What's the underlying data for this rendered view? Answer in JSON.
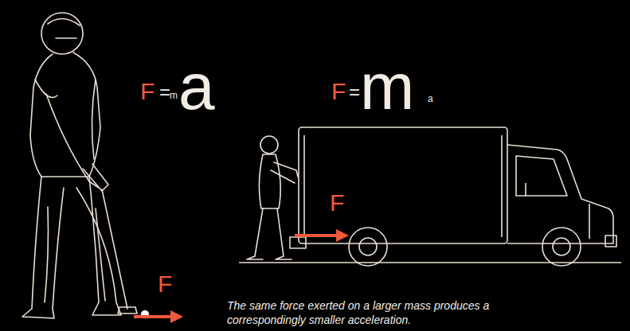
{
  "diagram": {
    "caption": "The same force exerted on a larger mass produces a correspondingly smaller acceleration.",
    "labels": [
      "F",
      "=",
      "m",
      "a",
      "F",
      "=",
      "m",
      "a",
      "F",
      "F"
    ]
  }
}
